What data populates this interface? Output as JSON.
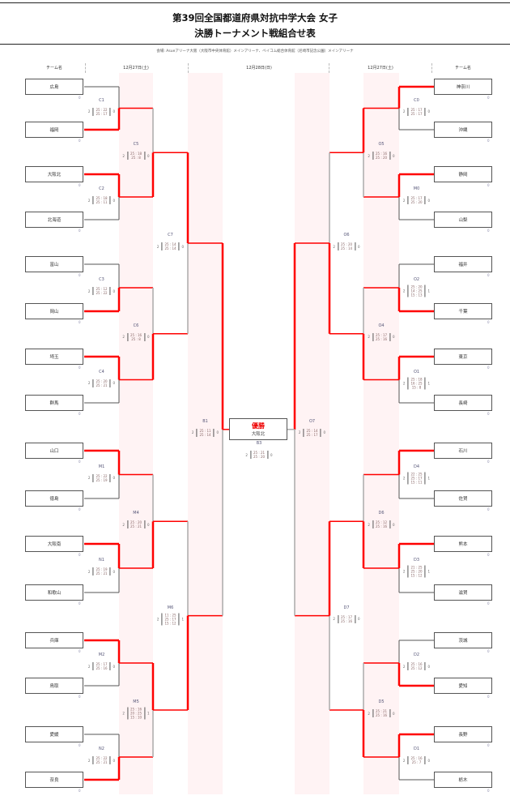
{
  "header": {
    "title_line1": "第39回全国都道府県対抗中学大会 女子",
    "title_line2": "決勝トーナメント戦組合せ表",
    "venue": "会場: Asueアリーナ大阪（大阪市中央体育館）メインアリーナ、ベイコム総合体育館（尼崎市記念公園）メインアリーナ"
  },
  "columns": [
    "チーム名",
    "12月27日(土)",
    "12月28日(日)",
    "12月27日(土)",
    "チーム名"
  ],
  "team_sub": "0",
  "colors": {
    "winner": "#ff0000",
    "loser": "#555555",
    "loser_vertical": "#aaaaaa",
    "column_bg": "#fff3f4"
  },
  "left": {
    "teams": [
      "広島",
      "福岡",
      "大阪北",
      "北海道",
      "富山",
      "岡山",
      "埼玉",
      "群馬",
      "山口",
      "徳島",
      "大阪南",
      "和歌山",
      "兵庫",
      "鳥取",
      "愛媛",
      "奈良"
    ],
    "rounds": [
      [
        {
          "id": "C1",
          "w": 1,
          "a": "2",
          "b": "0",
          "sets": [
            "25 : 22",
            "25 : 17"
          ]
        },
        {
          "id": "C2",
          "w": 0,
          "a": "2",
          "b": "0",
          "sets": [
            "25 : 18",
            "25 : 11"
          ]
        },
        {
          "id": "C3",
          "w": 1,
          "a": "2",
          "b": "0",
          "sets": [
            "25 : 12",
            "25 : 22"
          ]
        },
        {
          "id": "C4",
          "w": 0,
          "a": "2",
          "b": "0",
          "sets": [
            "25 : 20",
            "25 : 21"
          ]
        },
        {
          "id": "M1",
          "w": 0,
          "a": "2",
          "b": "0",
          "sets": [
            "25 : 22",
            "25 : 19"
          ]
        },
        {
          "id": "N1",
          "w": 0,
          "a": "2",
          "b": "0",
          "sets": [
            "25 : 19",
            "25 : 21"
          ]
        },
        {
          "id": "M2",
          "w": 0,
          "a": "2",
          "b": "0",
          "sets": [
            "25 : 17",
            "25 : 16"
          ]
        },
        {
          "id": "N2",
          "w": 1,
          "a": "2",
          "b": "0",
          "sets": [
            "25 : 22",
            "25 : 21"
          ]
        }
      ],
      [
        {
          "id": "C5",
          "w": 1,
          "a": "2",
          "b": "0",
          "sets": [
            "25 : 18",
            "25 : 8"
          ]
        },
        {
          "id": "C6",
          "w": 1,
          "a": "2",
          "b": "0",
          "sets": [
            "25 : 16",
            "25 : 8"
          ]
        },
        {
          "id": "M4",
          "w": 1,
          "a": "2",
          "b": "0",
          "sets": [
            "25 : 20",
            "25 : 21"
          ]
        },
        {
          "id": "M5",
          "w": 0,
          "a": "2",
          "b": "1",
          "sets": [
            "25 : 16",
            "20 : 25",
            "15 : 10"
          ]
        }
      ],
      [
        {
          "id": "C7",
          "w": 0,
          "a": "2",
          "b": "0",
          "sets": [
            "25 : 14",
            "25 : 14"
          ]
        },
        {
          "id": "M6",
          "w": 1,
          "a": "2",
          "b": "1",
          "sets": [
            "11 : 25",
            "25 : 17",
            "15 : 12"
          ]
        }
      ],
      [
        {
          "id": "B1",
          "w": 0,
          "a": "2",
          "b": "0",
          "sets": [
            "25 : 11",
            "25 : 14"
          ]
        }
      ]
    ]
  },
  "right": {
    "teams": [
      "神奈川",
      "沖縄",
      "静岡",
      "山梨",
      "福井",
      "千葉",
      "東京",
      "長崎",
      "石川",
      "佐賀",
      "熊本",
      "滋賀",
      "茨城",
      "愛知",
      "長野",
      "栃木"
    ],
    "rounds": [
      [
        {
          "id": "C0",
          "w": 0,
          "a": "2",
          "b": "0",
          "sets": [
            "25 : 17",
            "25 : 17"
          ]
        },
        {
          "id": "M0",
          "w": 0,
          "a": "2",
          "b": "0",
          "sets": [
            "25 : 17",
            "25 : 20"
          ]
        },
        {
          "id": "O2",
          "w": 1,
          "a": "2",
          "b": "1",
          "sets": [
            "25 : 20",
            "14 : 25",
            "15 : 13"
          ]
        },
        {
          "id": "O1",
          "w": 0,
          "a": "2",
          "b": "1",
          "sets": [
            "25 : 18",
            "16 : 25",
            "15 : 8"
          ]
        },
        {
          "id": "D4",
          "w": 0,
          "a": "2",
          "b": "1",
          "sets": [
            "22 : 25",
            "25 : 17",
            "15 : 11"
          ]
        },
        {
          "id": "D3",
          "w": 0,
          "a": "2",
          "b": "1",
          "sets": [
            "21 : 25",
            "25 : 20",
            "15 : 12"
          ]
        },
        {
          "id": "D2",
          "w": 1,
          "a": "2",
          "b": "0",
          "sets": [
            "25 : 16",
            "25 : 12"
          ]
        },
        {
          "id": "D1",
          "w": 0,
          "a": "2",
          "b": "0",
          "sets": [
            "25 : 16",
            "25 : 7"
          ]
        }
      ],
      [
        {
          "id": "O5",
          "w": 0,
          "a": "2",
          "b": "0",
          "sets": [
            "25 : 16",
            "25 : 20"
          ]
        },
        {
          "id": "O4",
          "w": 1,
          "a": "2",
          "b": "0",
          "sets": [
            "25 : 17",
            "25 : 16"
          ]
        },
        {
          "id": "D6",
          "w": 1,
          "a": "2",
          "b": "0",
          "sets": [
            "25 : 12",
            "25 : 16"
          ]
        },
        {
          "id": "D5",
          "w": 1,
          "a": "2",
          "b": "0",
          "sets": [
            "25 : 21",
            "25 : 16"
          ]
        }
      ],
      [
        {
          "id": "O6",
          "w": 1,
          "a": "2",
          "b": "0",
          "sets": [
            "25 : 20",
            "25 : 14"
          ]
        },
        {
          "id": "D7",
          "w": 0,
          "a": "2",
          "b": "0",
          "sets": [
            "25 : 17",
            "25 : 16"
          ]
        }
      ],
      [
        {
          "id": "O7",
          "w": 0,
          "a": "2",
          "b": "0",
          "sets": [
            "25 : 14",
            "25 : 17"
          ]
        }
      ]
    ]
  },
  "final": {
    "title": "優勝",
    "champion": "大阪北",
    "champion_side": "left"
  },
  "third": {
    "id": "B3",
    "a": "2",
    "b": "0",
    "sets": [
      "25 : 21",
      "25 : 20"
    ]
  }
}
